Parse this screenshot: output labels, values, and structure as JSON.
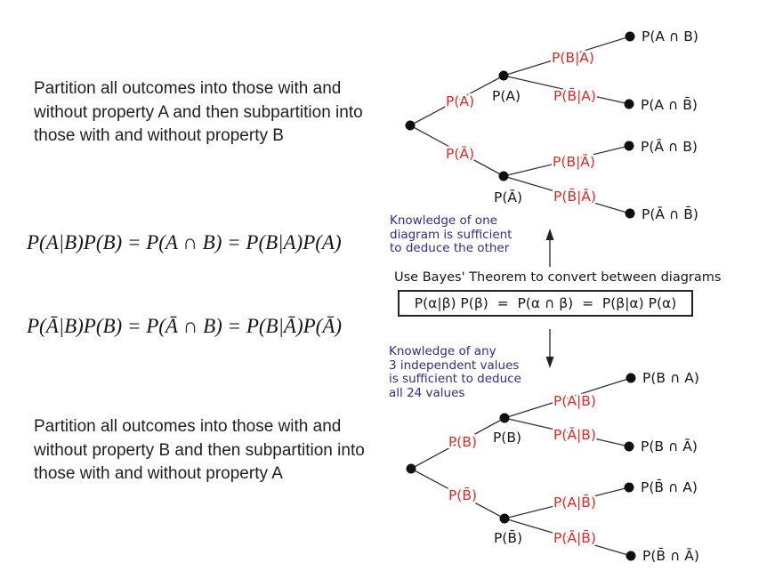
{
  "colors": {
    "red": "#e32823",
    "blue": "#2d2d8c",
    "ink": "#1f1f1f"
  },
  "left_panel": {
    "paragraph_top": "Partition all outcomes into those with and without property A and then subpartition into those with and without property B",
    "formula_top": "P(A|B)P(B) = P(A ∩ B) = P(B|A)P(A)",
    "formula_bottom": "P(Ā|B)P(B) = P(Ā ∩ B) = P(B|Ā)P(Ā)",
    "paragraph_bottom": "Partition all outcomes into those with and without property B and then subpartition into those with and without property A"
  },
  "center_panel": {
    "note_top_lines": [
      "Knowledge of one",
      "diagram is sufficient",
      "to deduce the other"
    ],
    "caption": "Use Bayes' Theorem to convert between diagrams",
    "boxed_formula": "P(α|β) P(β)  =  P(α ∩ β)  =  P(β|α) P(α)",
    "note_bottom_lines": [
      "Knowledge of any",
      "3 independent values",
      "is sufficient to deduce",
      "all 24 values"
    ]
  },
  "tree_top": {
    "branch_labels": [
      "P(A)",
      "P(Ā)"
    ],
    "node_labels": [
      "P(A)",
      "P(Ā)"
    ],
    "cond_labels": [
      "P(B|A)",
      "P(B̄|A)",
      "P(B|Ā)",
      "P(B̄|Ā)"
    ],
    "leaf_labels": [
      "P(A ∩ B)",
      "P(A ∩ B̄)",
      "P(Ā ∩ B)",
      "P(Ā ∩ B̄)"
    ]
  },
  "tree_bottom": {
    "branch_labels": [
      "P(B)",
      "P(B̄)"
    ],
    "node_labels": [
      "P(B)",
      "P(B̄)"
    ],
    "cond_labels": [
      "P(A|B)",
      "P(Ā|B)",
      "P(A|B̄)",
      "P(Ā|B̄)"
    ],
    "leaf_labels": [
      "P(B ∩ A)",
      "P(B ∩ Ā)",
      "P(B̄ ∩ A)",
      "P(B̄ ∩ Ā)"
    ]
  }
}
